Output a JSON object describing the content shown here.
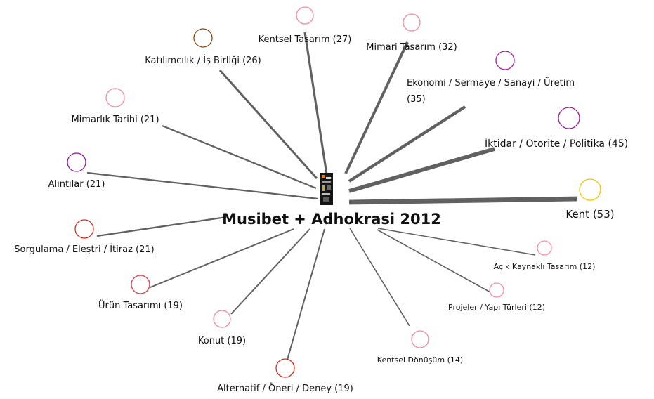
{
  "center": {
    "title": "Musibet + Adhokrasi 2012"
  },
  "topics": [
    {
      "label": "Kentsel Tasarım (27)",
      "count": 27,
      "color": "#f48aa0"
    },
    {
      "label": "Mimari Tasarım (32)",
      "count": 32,
      "color": "#f48aa0"
    },
    {
      "label_lines": [
        "Ekonomi / Sermaye / Sanayi / Üretim",
        "(35)"
      ],
      "count": 35,
      "color": "#b0169c"
    },
    {
      "label": "İktidar / Otorite / Politika (45)",
      "count": 45,
      "color": "#a31a9c"
    },
    {
      "label": "Kent (53)",
      "count": 53,
      "color": "#f2c200"
    },
    {
      "label": "Açık Kaynaklı Tasarım (12)",
      "count": 12,
      "color": "#f48aa0"
    },
    {
      "label": "Projeler / Yapı Türleri (12)",
      "count": 12,
      "color": "#f48aa0"
    },
    {
      "label": "Kentsel Dönüşüm (14)",
      "count": 14,
      "color": "#f48aa0"
    },
    {
      "label": "Alternatif / Öneri / Deney (19)",
      "count": 19,
      "color": "#d32a1a"
    },
    {
      "label": "Konut (19)",
      "count": 19,
      "color": "#f48aa0"
    },
    {
      "label": "Ürün Tasarımı (19)",
      "count": 19,
      "color": "#e0384a"
    },
    {
      "label": "Sorgulama / Eleştri / İtiraz (21)",
      "count": 21,
      "color": "#d32a1a"
    },
    {
      "label": "Alıntılar (21)",
      "count": 21,
      "color": "#8a1a9a"
    },
    {
      "label": "Mimarlık Tarihi (21)",
      "count": 21,
      "color": "#f48aa0"
    },
    {
      "label": "Katılımcılık / İş Birliği (26)",
      "count": 26,
      "color": "#8b4a1a"
    }
  ]
}
